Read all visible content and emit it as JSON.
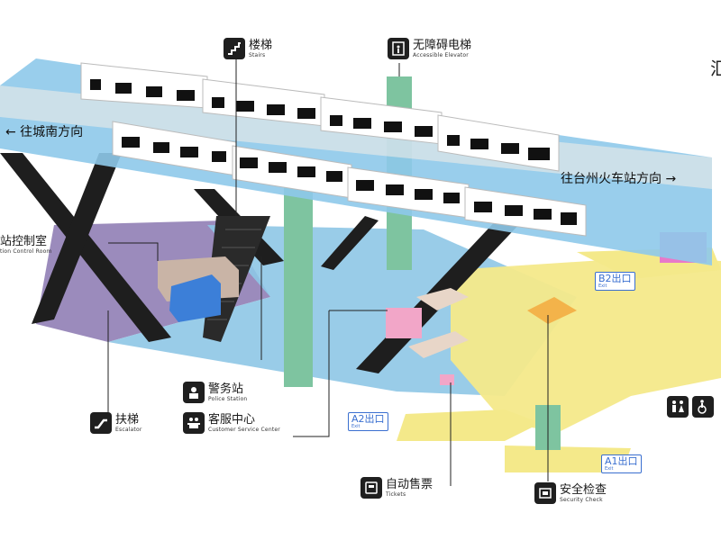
{
  "corner_text": "汇",
  "directions": {
    "left": "← 往城南方向",
    "right": "往台州火车站方向 →"
  },
  "facilities": {
    "stairs": {
      "zh": "楼梯",
      "en": "Stairs",
      "icon": "stairs-icon"
    },
    "elevator": {
      "zh": "无障碍电梯",
      "en": "Accessible Elevator",
      "icon": "elevator-icon"
    },
    "control_room": {
      "zh": "站控制室",
      "en": "tion Control Room"
    },
    "police": {
      "zh": "警务站",
      "en": "Police Station",
      "icon": "police-icon"
    },
    "service": {
      "zh": "客服中心",
      "en": "Customer Service Center",
      "icon": "service-center-icon"
    },
    "escalator": {
      "zh": "扶梯",
      "en": "Escalator",
      "icon": "escalator-icon"
    },
    "tickets": {
      "zh": "自动售票",
      "en": "Tickets",
      "icon": "ticket-machine-icon"
    },
    "security": {
      "zh": "安全检查",
      "en": "Security Check",
      "icon": "security-check-icon"
    },
    "restroom": {
      "icon": "restroom-icon",
      "accessible_icon": "wheelchair-icon"
    }
  },
  "exits": {
    "a1": {
      "code": "A1",
      "label": "出口",
      "sub": "Exit"
    },
    "a2": {
      "code": "A2",
      "label": "出口",
      "sub": "Exit"
    },
    "b2": {
      "code": "B2",
      "label": "出口",
      "sub": "Exit"
    }
  },
  "colors": {
    "platform_top": "#8ec9ea",
    "concourse_blue": "#8ec7e6",
    "concourse_purple": "#8a77b0",
    "paid_area_yellow": "#f4e98a",
    "column_green": "#7ec4a0",
    "ticket_gate_pink": "#f2a6c8",
    "magenta_block": "#e879c9",
    "exit_blue": "#3a6fd0"
  }
}
